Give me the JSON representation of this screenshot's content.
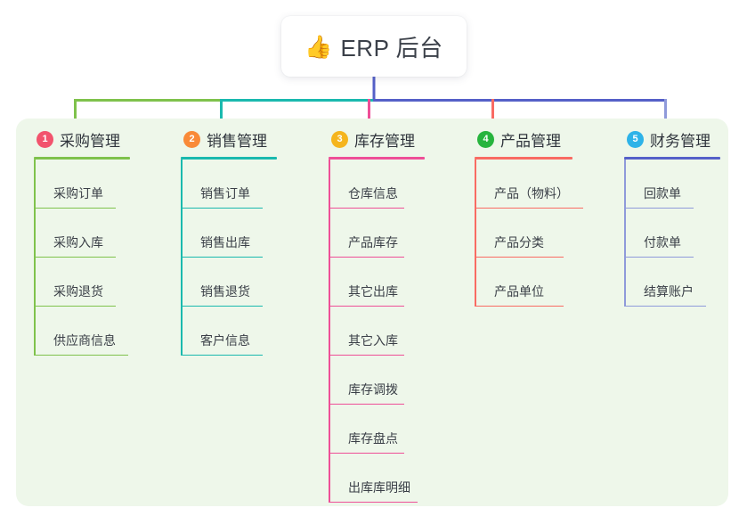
{
  "diagram": {
    "type": "mindmap",
    "root": {
      "icon": "thumbs-up-icon",
      "emoji": "👍",
      "label": "ERP 后台"
    },
    "panel_background": "#eef7ea",
    "branches": [
      {
        "index": "1",
        "title": "采购管理",
        "badge_color": "#f2536d",
        "rule_color": "#7fc24c",
        "line_color": "#7fc24c",
        "items": [
          "采购订单",
          "采购入库",
          "采购退货",
          "供应商信息"
        ]
      },
      {
        "index": "2",
        "title": "销售管理",
        "badge_color": "#f98a38",
        "rule_color": "#1ab9ae",
        "line_color": "#1ab9ae",
        "items": [
          "销售订单",
          "销售出库",
          "销售退货",
          "客户信息"
        ]
      },
      {
        "index": "3",
        "title": "库存管理",
        "badge_color": "#f5b51e",
        "rule_color": "#ee4f97",
        "line_color": "#ee4f97",
        "items": [
          "仓库信息",
          "产品库存",
          "其它出库",
          "其它入库",
          "库存调拨",
          "库存盘点",
          "出库库明细"
        ]
      },
      {
        "index": "4",
        "title": "产品管理",
        "badge_color": "#27b43e",
        "rule_color": "#f96b63",
        "line_color": "#f96b63",
        "items": [
          "产品（物料）",
          "产品分类",
          "产品单位"
        ]
      },
      {
        "index": "5",
        "title": "财务管理",
        "badge_color": "#2eb3e8",
        "rule_color": "#5560c8",
        "line_color": "#8f9ada",
        "items": [
          "回款单",
          "付款单",
          "结算账户"
        ]
      }
    ],
    "trunk_color": "#5560c8"
  }
}
